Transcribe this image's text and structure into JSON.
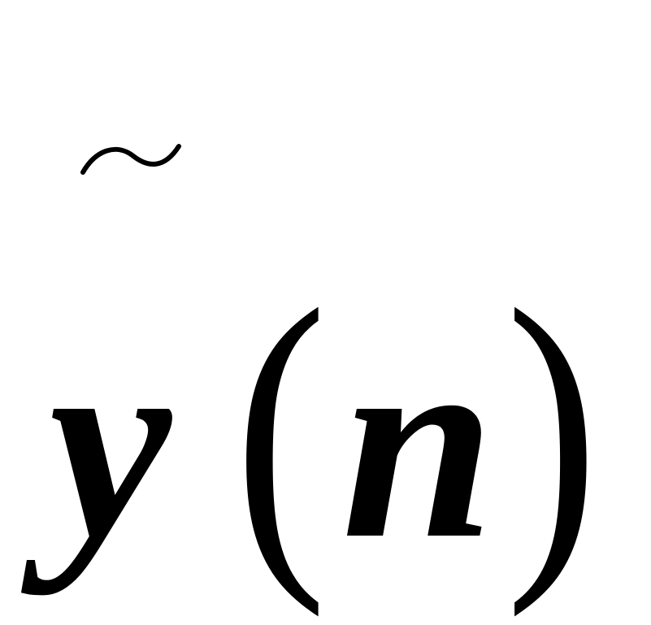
{
  "expression": {
    "accent": "tilde",
    "variable": "y",
    "open_paren": "(",
    "argument": "n",
    "close_paren": ")"
  }
}
